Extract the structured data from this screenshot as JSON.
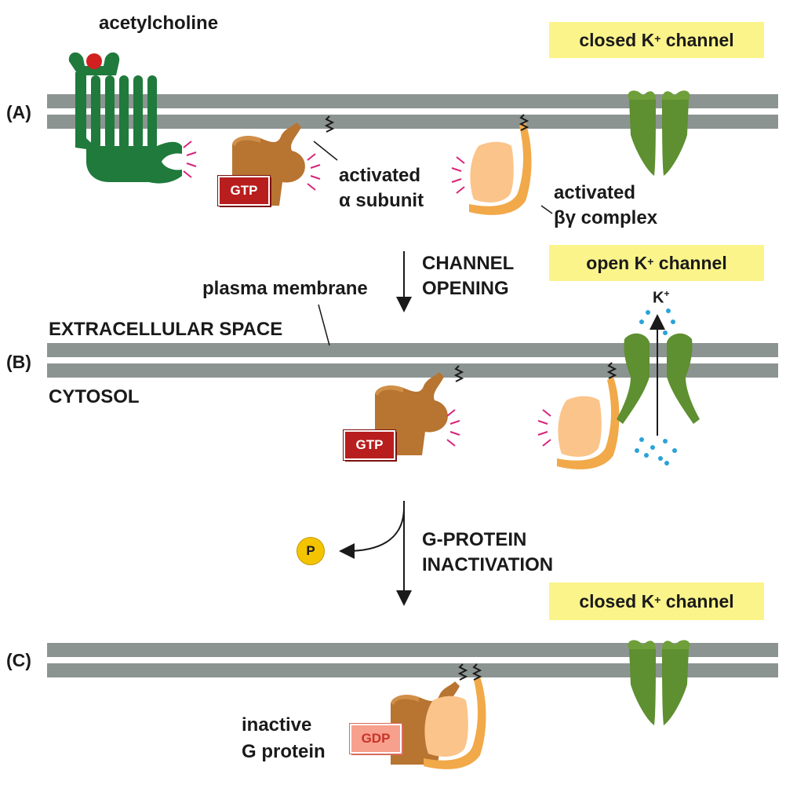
{
  "labels": {
    "acetylcholine": "acetylcholine",
    "panel_a": "(A)",
    "panel_b": "(B)",
    "panel_c": "(C)",
    "closed_channel_1": "closed K",
    "closed_channel_2": "closed K",
    "open_channel": "open K",
    "channel_suffix": " channel",
    "k_plus_sup": "+",
    "activated_alpha_line1": "activated",
    "activated_alpha_line2": "α subunit",
    "activated_bg_line1": "activated",
    "activated_bg_line2": "βγ complex",
    "channel_opening_line1": "CHANNEL",
    "channel_opening_line2": "OPENING",
    "plasma_membrane": "plasma membrane",
    "extracellular_space": "EXTRACELLULAR SPACE",
    "cytosol": "CYTOSOL",
    "k_ion": "K",
    "gprotein_inactivation_line1": "G-PROTEIN",
    "gprotein_inactivation_line2": "INACTIVATION",
    "phosphate": "P",
    "gtp_1": "GTP",
    "gtp_2": "GTP",
    "gdp": "GDP",
    "inactive_line1": "inactive",
    "inactive_line2": "G protein"
  },
  "colors": {
    "membrane": "#8c9491",
    "receptor": "#1f7a3c",
    "acetylcholine": "#d21f1f",
    "alpha_subunit": "#b87431",
    "bg_complex_shell": "#f1a949",
    "bg_complex_fill": "#fbc48a",
    "channel": "#5e8f30",
    "banner": "#fbf48a",
    "gtp_badge": "#b81e1e",
    "gdp_badge": "#f7a08e",
    "phosphate": "#f5c400",
    "activation_marks": "#d8247a",
    "k_ions": "#2aa3d8"
  }
}
